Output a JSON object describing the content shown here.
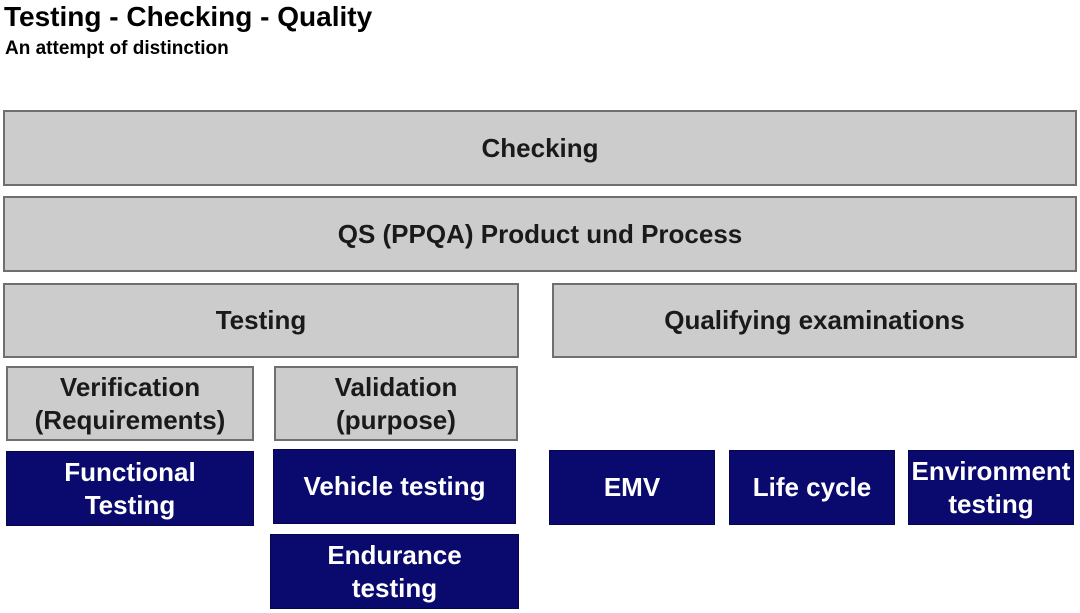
{
  "header": {
    "title": "Testing - Checking - Quality",
    "subtitle": "An attempt of distinction"
  },
  "boxes": {
    "checking": "Checking",
    "qs": "QS (PPQA) Product und Process",
    "testing": "Testing",
    "qualifying": "Qualifying examinations",
    "verification_line1": "Verification",
    "verification_line2": "(Requirements)",
    "validation_line1": "Validation",
    "validation_line2": "(purpose)",
    "functional_line1": "Functional",
    "functional_line2": "Testing",
    "vehicle_testing": "Vehicle testing",
    "endurance_line1": "Endurance",
    "endurance_line2": "testing",
    "emv": "EMV",
    "life_cycle": "Life cycle",
    "environment_line1": "Environment",
    "environment_line2": "testing"
  },
  "colors": {
    "grey_fill": "#cccccc",
    "grey_border": "#6f6f6f",
    "navy_fill": "#0a0a6e",
    "navy_text": "#ffffff"
  }
}
